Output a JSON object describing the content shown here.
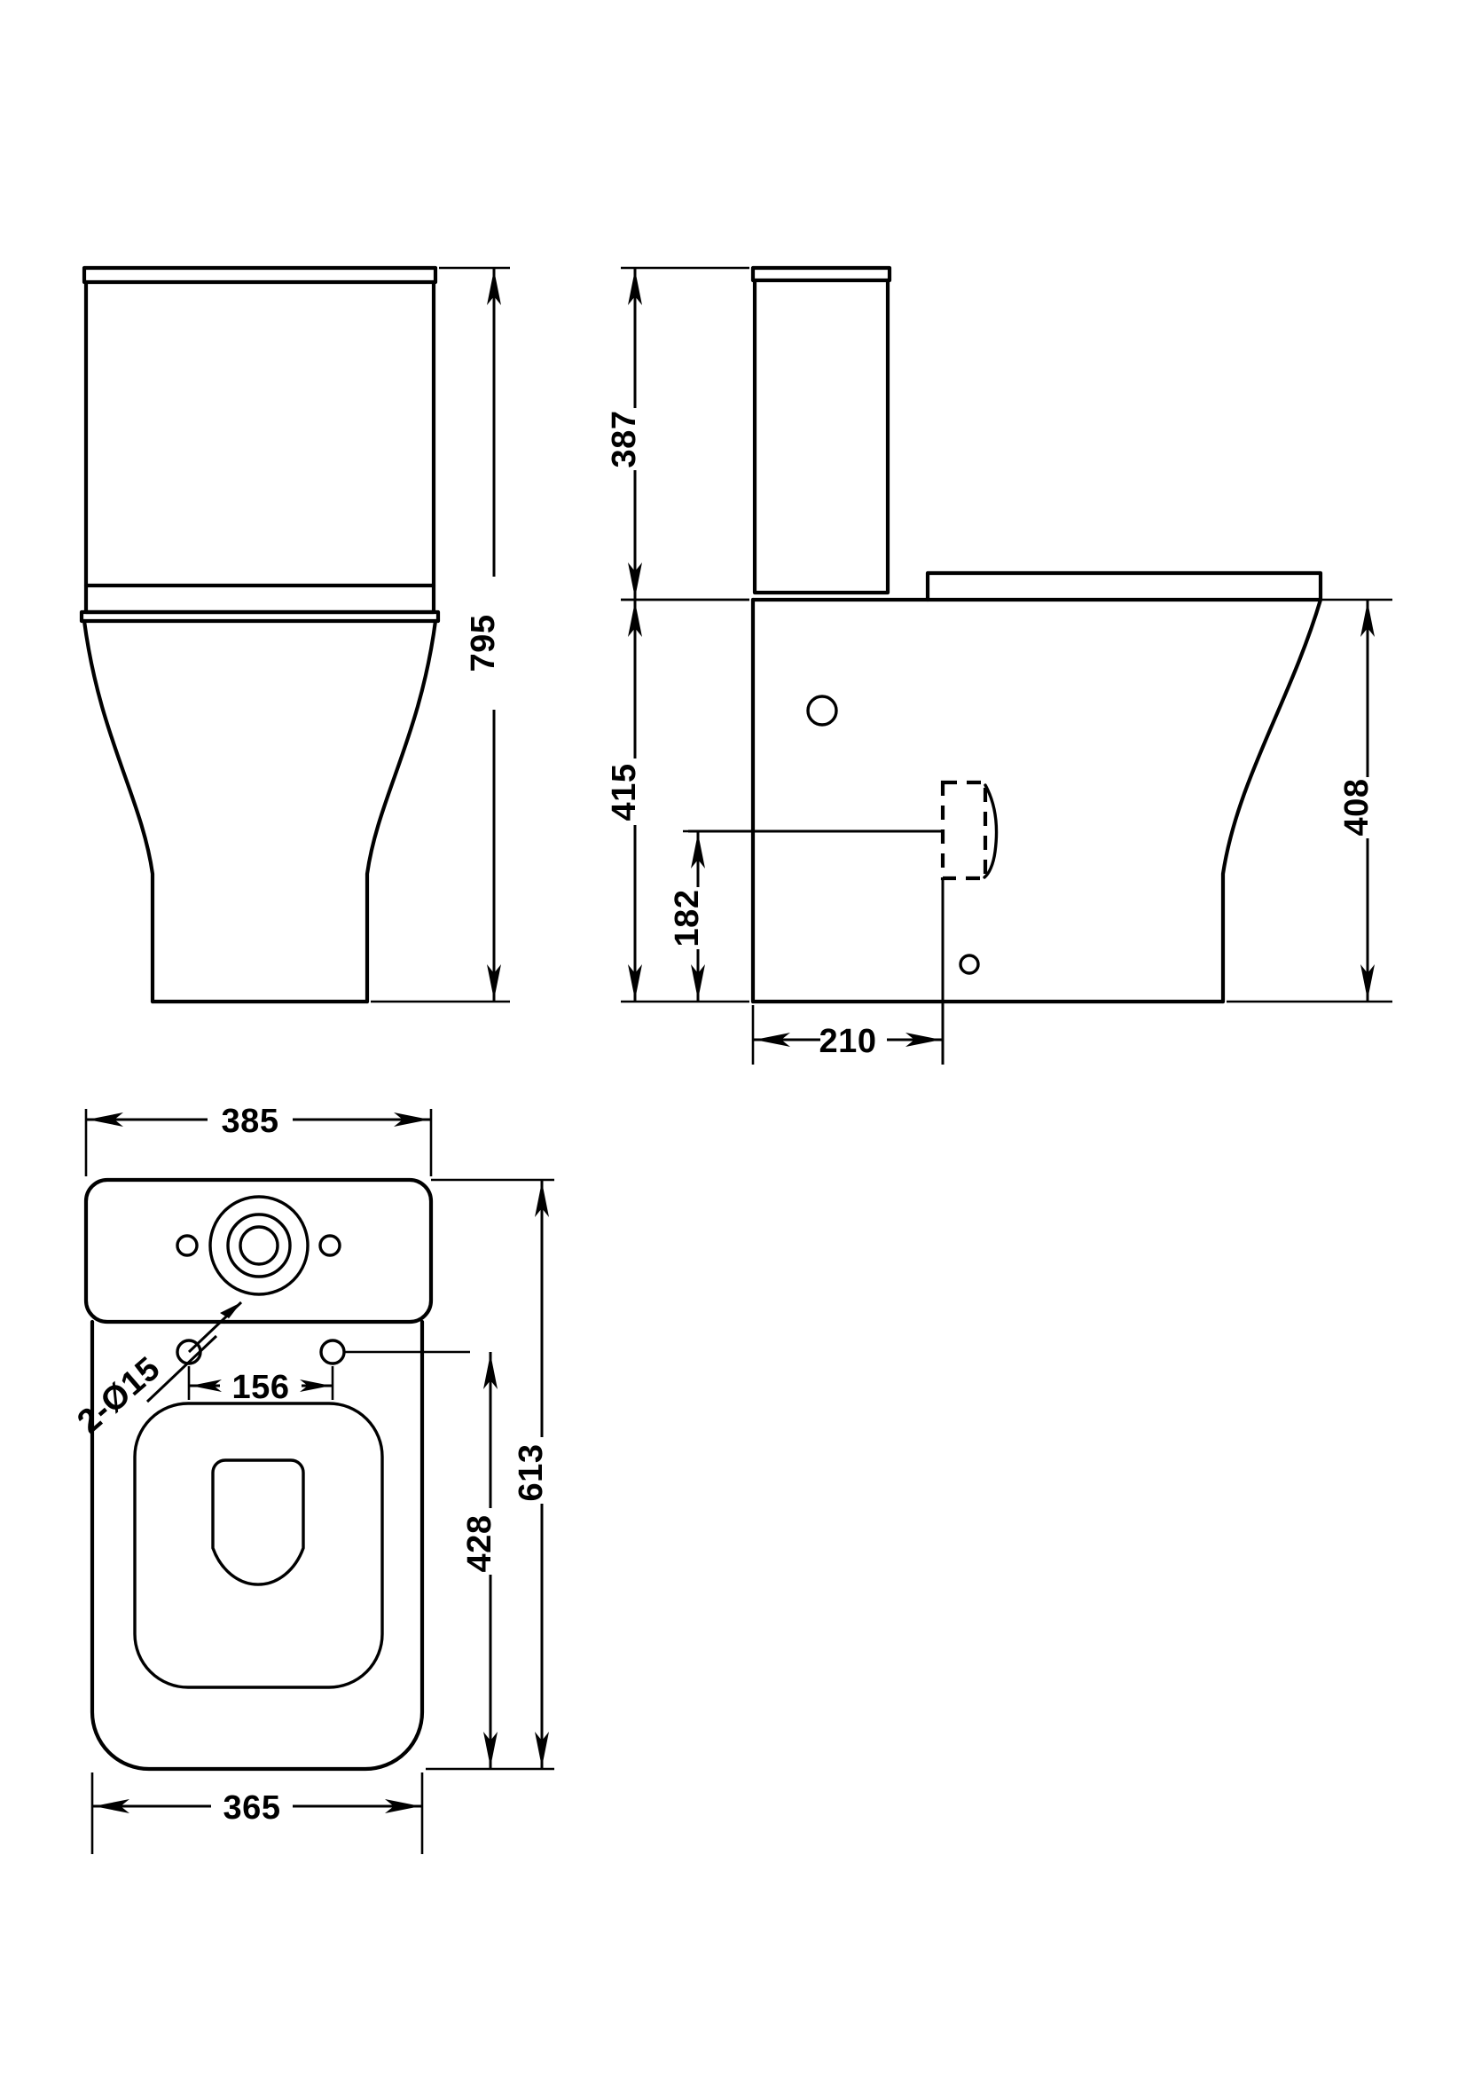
{
  "drawing": {
    "title": "Close Coupled Toilet Technical Drawing",
    "units": "mm",
    "line_color": "#000000",
    "background_color": "#ffffff",
    "views": [
      {
        "name": "front-elevation",
        "label": ""
      },
      {
        "name": "side-elevation",
        "label": ""
      },
      {
        "name": "plan-view",
        "label": ""
      }
    ]
  },
  "dimensions": {
    "front_height_total": "795",
    "side_cistern_height": "387",
    "side_pan_height": "415",
    "side_outlet_height": "182",
    "side_outlet_offset": "210",
    "side_seat_height": "408",
    "plan_cistern_width": "385",
    "plan_fixing_holes": "2-Ø15",
    "plan_fixing_centres": "156",
    "plan_total_depth": "613",
    "plan_pan_depth": "428",
    "plan_pan_width": "365"
  },
  "features": {
    "flush_button": "flush-button-circles",
    "inlet_hole": "water-inlet-hole",
    "fixing_hole": "floor-fixing-hole",
    "waste_outlet": "hidden-waste-outlet"
  }
}
